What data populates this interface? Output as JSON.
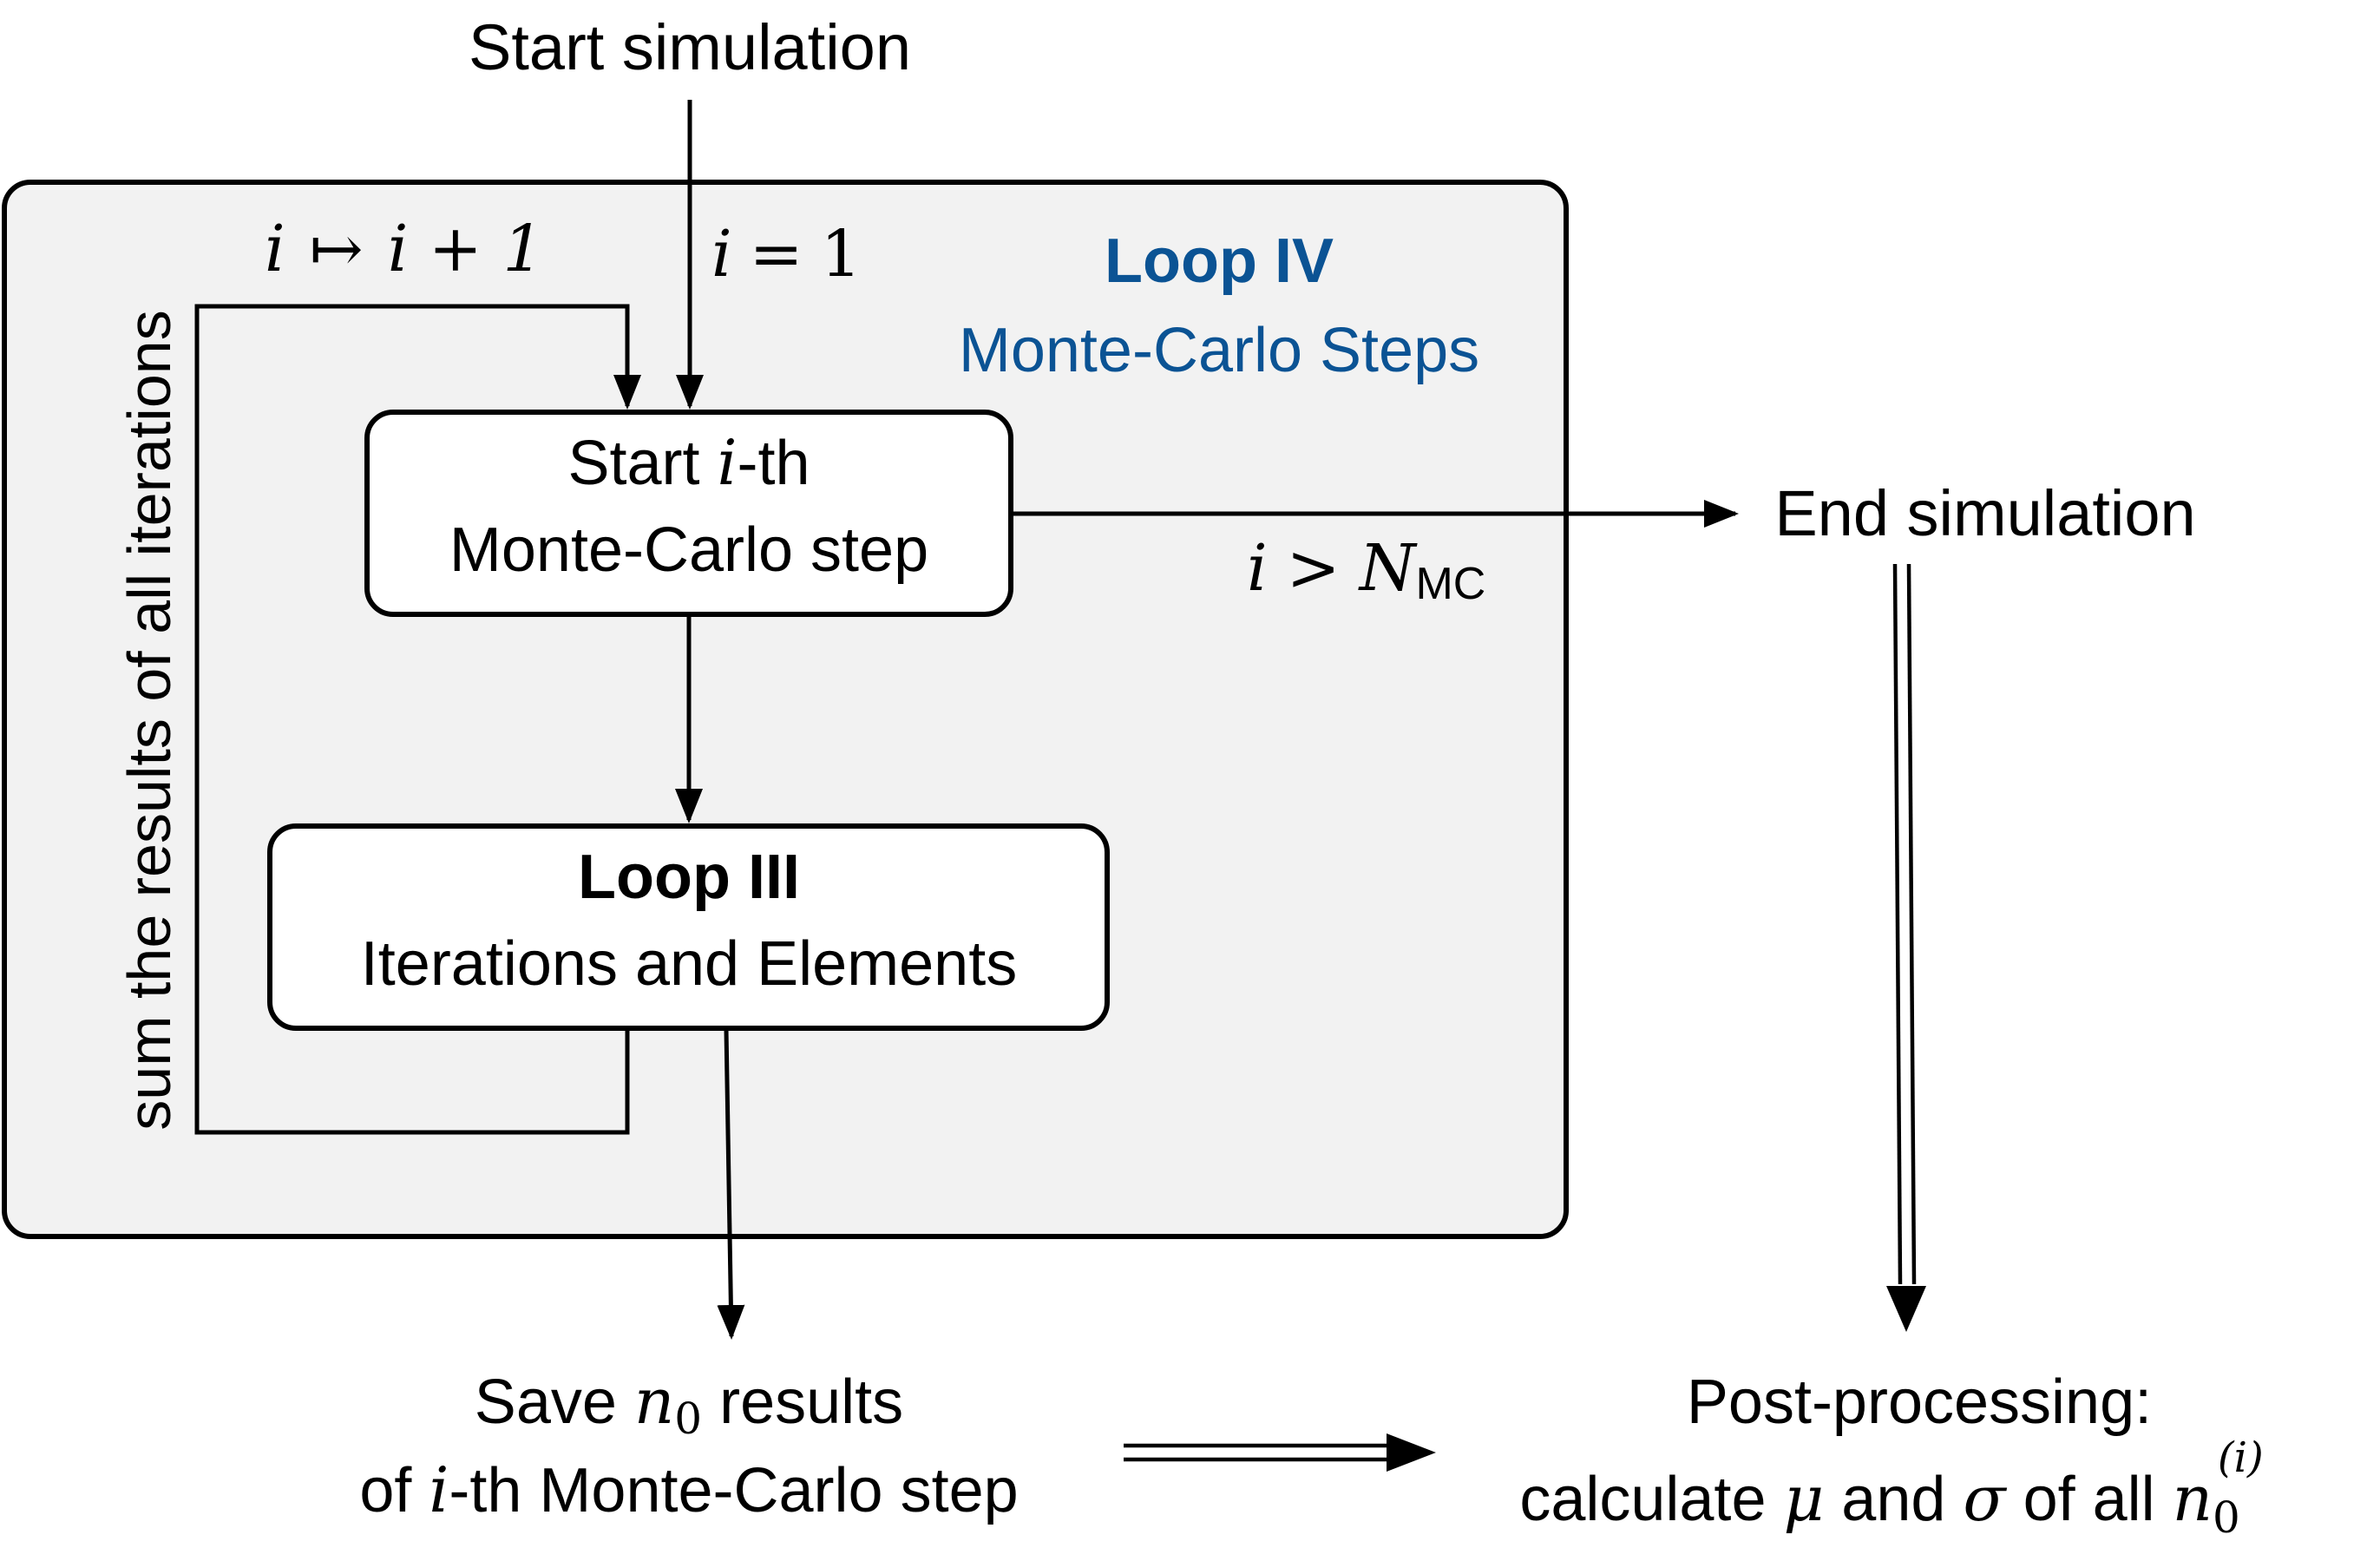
{
  "title": "Start simulation",
  "end_label": "End simulation",
  "loop4": {
    "title": "Loop IV",
    "subtitle": "Monte-Carlo Steps",
    "color": "#0b5394",
    "background": "#f2f2f2"
  },
  "sidebar_label": "sum the results of all iterations",
  "increment_label": {
    "var": "i",
    "arrow": "↦",
    "rhs": "i + 1"
  },
  "init_label": {
    "var": "i",
    "op": "=",
    "value": "1"
  },
  "exit_label": {
    "var": "i",
    "op": ">",
    "N": "N",
    "sub": "MC"
  },
  "start_box": {
    "line1_pre": "Start ",
    "line1_var": "i",
    "line1_post": "-th",
    "line2": "Monte-Carlo step"
  },
  "loop3_box": {
    "title": "Loop III",
    "subtitle": "Iterations and Elements"
  },
  "save": {
    "line1_pre": "Save ",
    "var": "n",
    "sub": "0",
    "line1_post": " results",
    "line2_pre": "of ",
    "line2_var": "i",
    "line2_post": "-th Monte-Carlo step"
  },
  "post": {
    "line1": "Post-processing:",
    "line2_pre": "calculate ",
    "mu": "μ",
    "and": " and ",
    "sigma": "σ",
    "of_all": " of all ",
    "var": "n",
    "sub": "0",
    "sup": "(i)"
  }
}
